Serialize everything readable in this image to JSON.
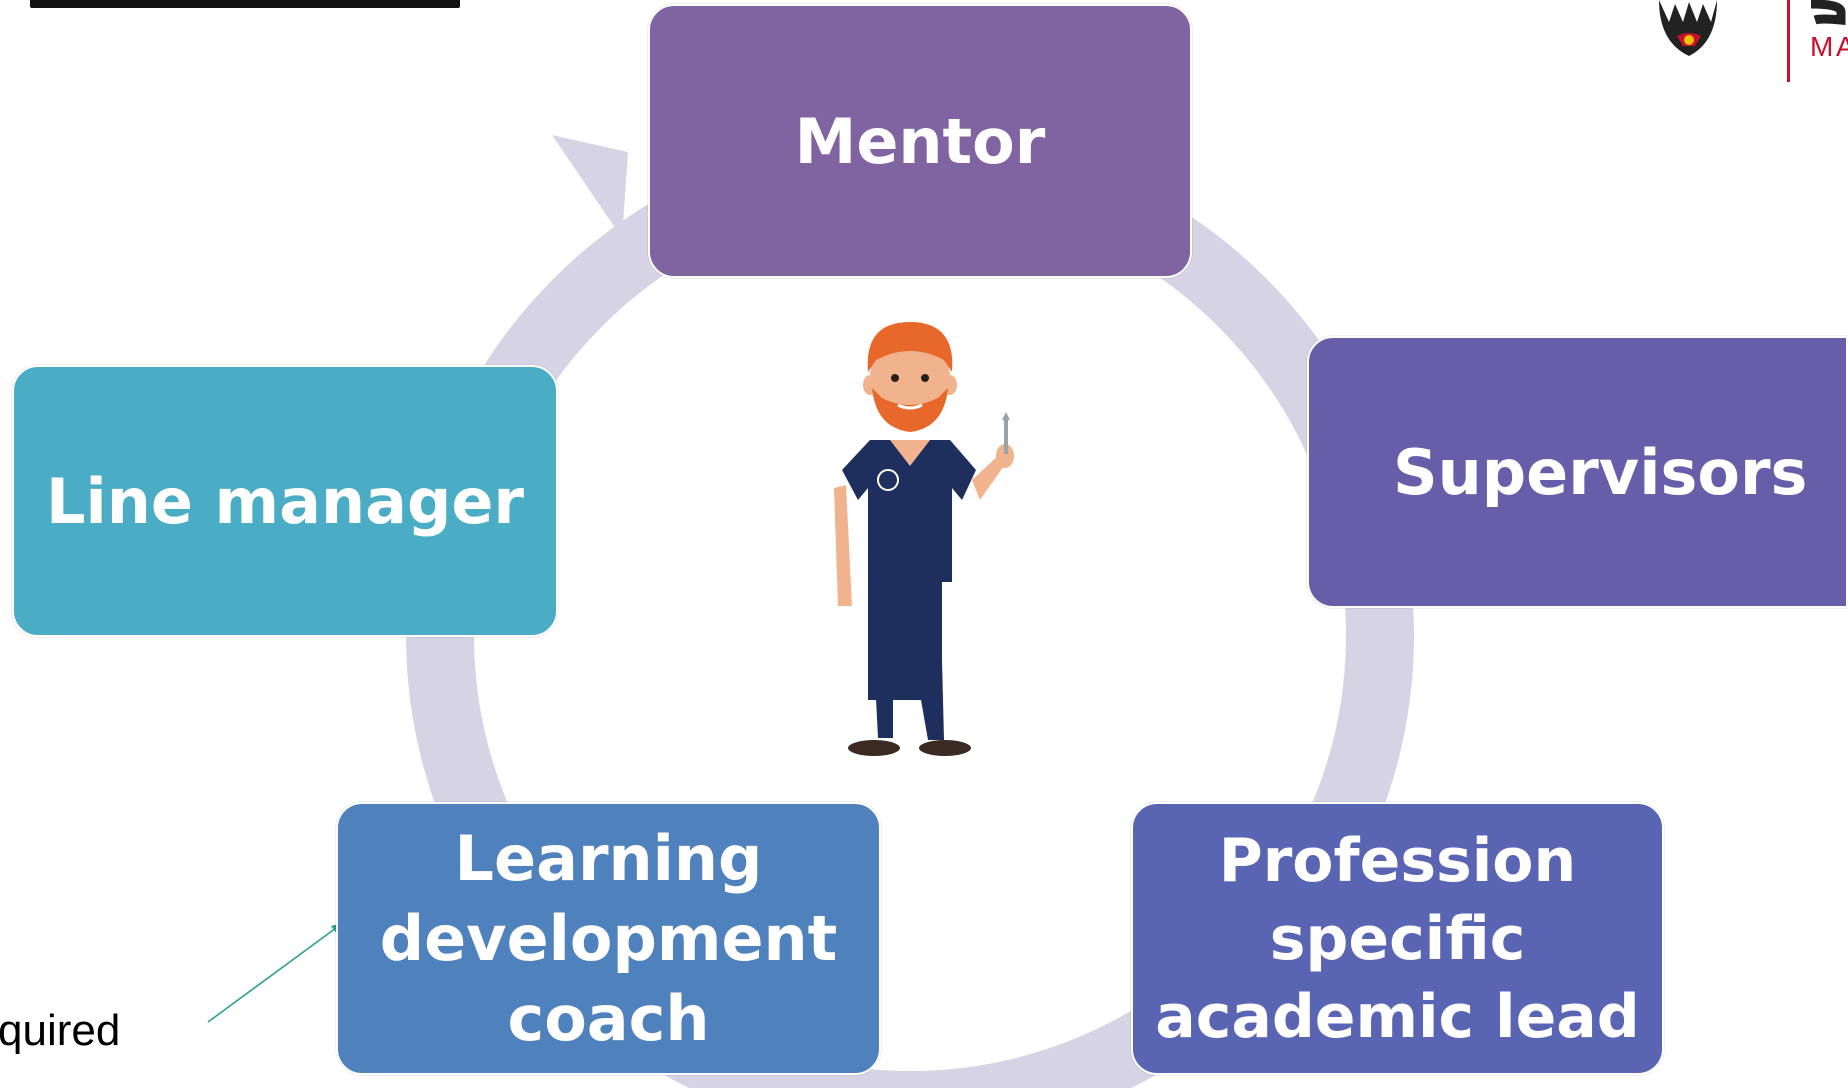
{
  "boxes": {
    "mentor": {
      "label": "Mentor",
      "color": "#8064A2"
    },
    "supervisors": {
      "label": "Supervisors",
      "color": "#675DA9"
    },
    "profession": {
      "lines": [
        "Profession",
        "specific",
        "academic lead"
      ],
      "color": "#5965B3"
    },
    "learning": {
      "lines": [
        "Learning",
        "development",
        "coach"
      ],
      "color": "#4F82BD"
    },
    "line_manager": {
      "label": "Line manager",
      "color": "#4BACC6"
    }
  },
  "cycle_color": "#D6D4E4",
  "side_note": "quired",
  "connector_color": "#2E9E93"
}
